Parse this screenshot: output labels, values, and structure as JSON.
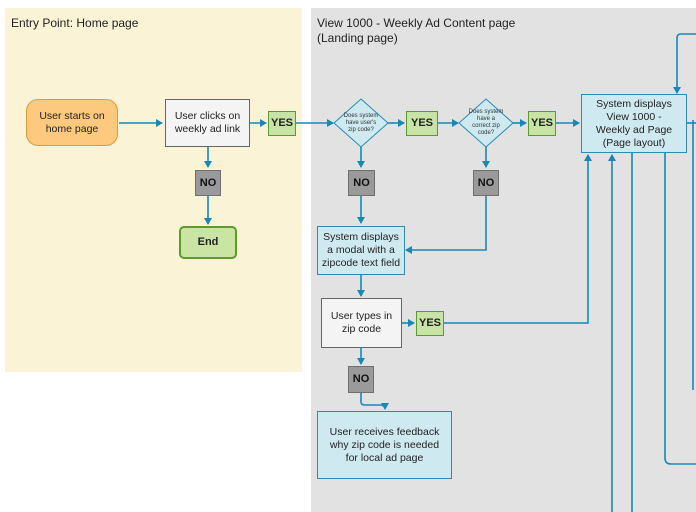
{
  "lanes": {
    "home": {
      "title": "Entry Point: Home page",
      "color": "#fbf3d5"
    },
    "view": {
      "title": "View 1000 - Weekly Ad Content page\n(Landing page)",
      "color": "#e2e2e2"
    }
  },
  "nodes": {
    "start": "User starts on home page",
    "clicks_ad": "User clicks on weekly ad link",
    "end": "End",
    "has_zip": "Does system have user's zip code?",
    "correct_zip": "Does system have a correct zip code?",
    "modal": "System displays a modal with a zipcode text field",
    "types_zip": "User types in zip code",
    "feedback": "User receives feedback why zip code is needed for local ad page",
    "displays_view": "System displays View 1000 - Weekly ad Page (Page layout)"
  },
  "labels": {
    "yes": "YES",
    "no": "NO"
  },
  "colors": {
    "connector": "#1a87b8"
  }
}
